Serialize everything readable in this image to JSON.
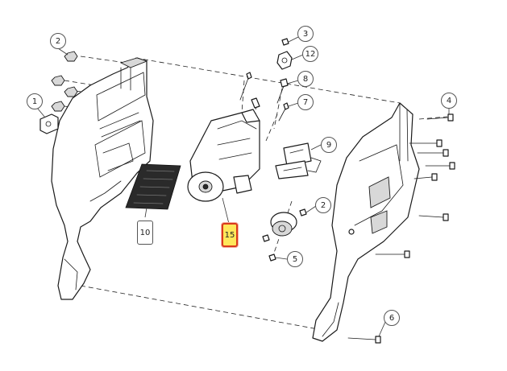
{
  "callouts": [
    {
      "id": "c2a",
      "label": "2"
    },
    {
      "id": "c3",
      "label": "3"
    },
    {
      "id": "c12",
      "label": "12"
    },
    {
      "id": "c8",
      "label": "8"
    },
    {
      "id": "c7",
      "label": "7"
    },
    {
      "id": "c4",
      "label": "4"
    },
    {
      "id": "c1",
      "label": "1"
    },
    {
      "id": "c9",
      "label": "9"
    },
    {
      "id": "c10",
      "label": "10"
    },
    {
      "id": "c15",
      "label": "15"
    },
    {
      "id": "c2b",
      "label": "2"
    },
    {
      "id": "c5",
      "label": "5"
    },
    {
      "id": "c6",
      "label": "6"
    }
  ],
  "highlight": {
    "part": "15",
    "fill": "#ffe75a",
    "border": "#d93a1c"
  }
}
